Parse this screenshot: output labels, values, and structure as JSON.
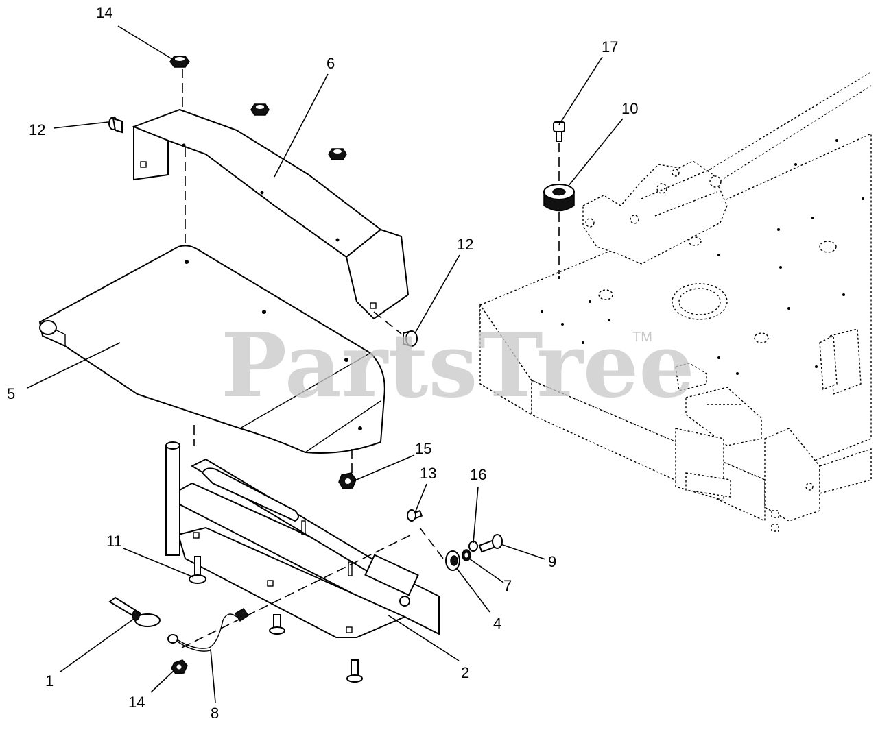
{
  "watermark": {
    "text": "PartsTree",
    "trademark": "TM"
  },
  "callouts": [
    {
      "id": "c1",
      "label": "1"
    },
    {
      "id": "c2",
      "label": "2"
    },
    {
      "id": "c4",
      "label": "4"
    },
    {
      "id": "c5",
      "label": "5"
    },
    {
      "id": "c6",
      "label": "6"
    },
    {
      "id": "c7",
      "label": "7"
    },
    {
      "id": "c8",
      "label": "8"
    },
    {
      "id": "c9",
      "label": "9"
    },
    {
      "id": "c10",
      "label": "10"
    },
    {
      "id": "c11",
      "label": "11"
    },
    {
      "id": "c12a",
      "label": "12"
    },
    {
      "id": "c12b",
      "label": "12"
    },
    {
      "id": "c13",
      "label": "13"
    },
    {
      "id": "c14a",
      "label": "14"
    },
    {
      "id": "c14b",
      "label": "14"
    },
    {
      "id": "c15",
      "label": "15"
    },
    {
      "id": "c16",
      "label": "16"
    },
    {
      "id": "c17",
      "label": "17"
    }
  ]
}
